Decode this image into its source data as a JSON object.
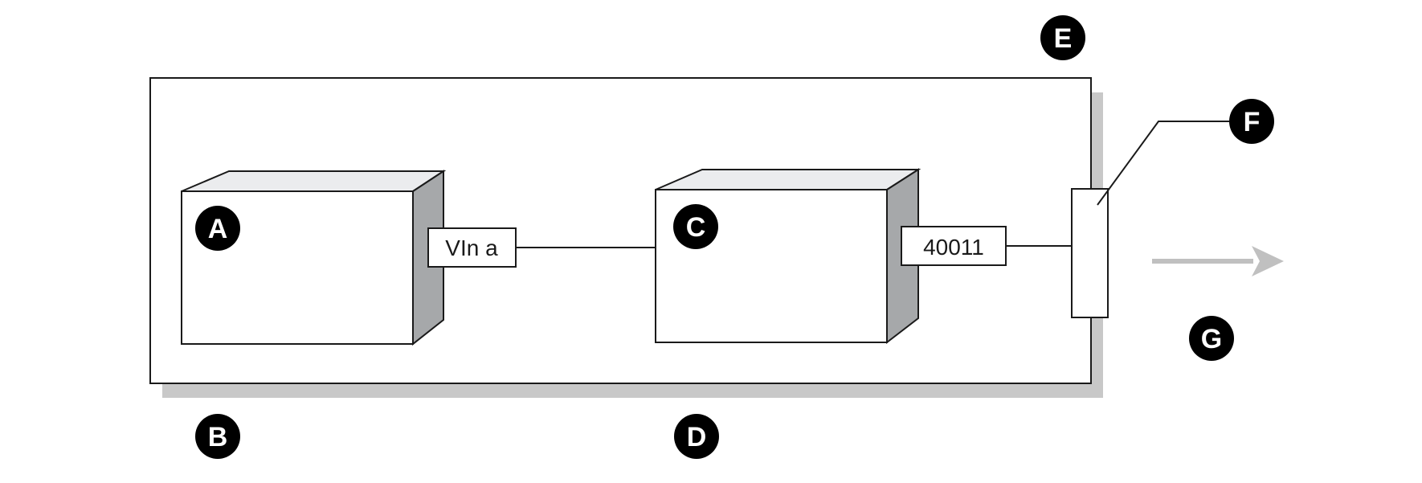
{
  "callouts": {
    "a": "A",
    "b": "B",
    "c": "C",
    "d": "D",
    "e": "E",
    "f": "F",
    "g": "G"
  },
  "ports": {
    "left_label": "VIn a",
    "right_label": "40011"
  },
  "colors": {
    "stroke": "#1a1a1a",
    "shadow": "#c8c8c8",
    "box_top": "#ebecee",
    "box_side": "#a6a8aa",
    "arrow": "#c0c0c0",
    "callout_fill": "#000000",
    "callout_text": "#ffffff"
  }
}
